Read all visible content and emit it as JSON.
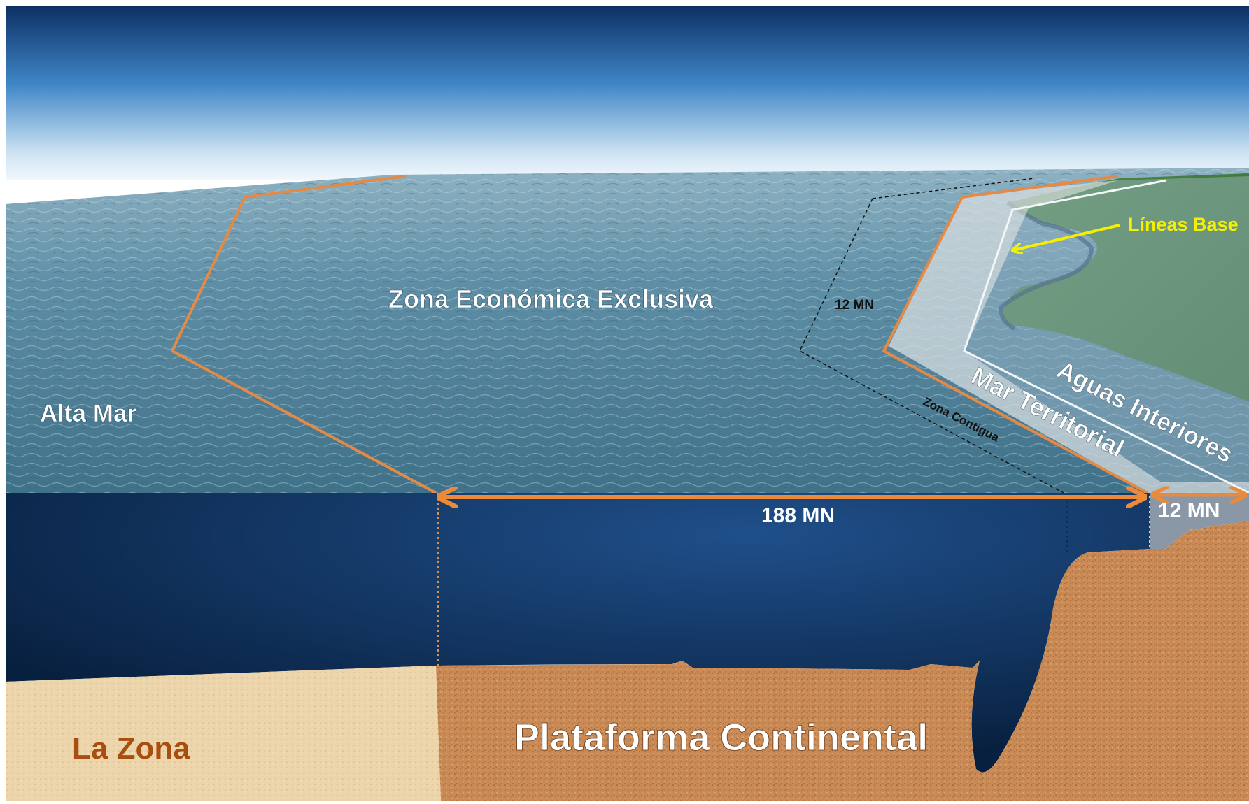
{
  "labels": {
    "high_seas": "Alta Mar",
    "eez": "Zona Económica Exclusiva",
    "contiguous_12": "12 MN",
    "contiguous_zone": "Zona Contigua",
    "territorial_sea": "Mar Territorial",
    "internal_waters": "Aguas Interiores",
    "baselines": "Líneas Base",
    "eez_width": "188 MN",
    "territorial_width": "12 MN",
    "the_area": "La Zona",
    "continental_shelf": "Plataforma Continental"
  },
  "colors": {
    "zone_line": "#e58a45",
    "arrow": "#ed8a3a",
    "baseline_arrow": "#f5f000",
    "the_area_text": "#a84e10",
    "deep_water": "#0a2247"
  }
}
